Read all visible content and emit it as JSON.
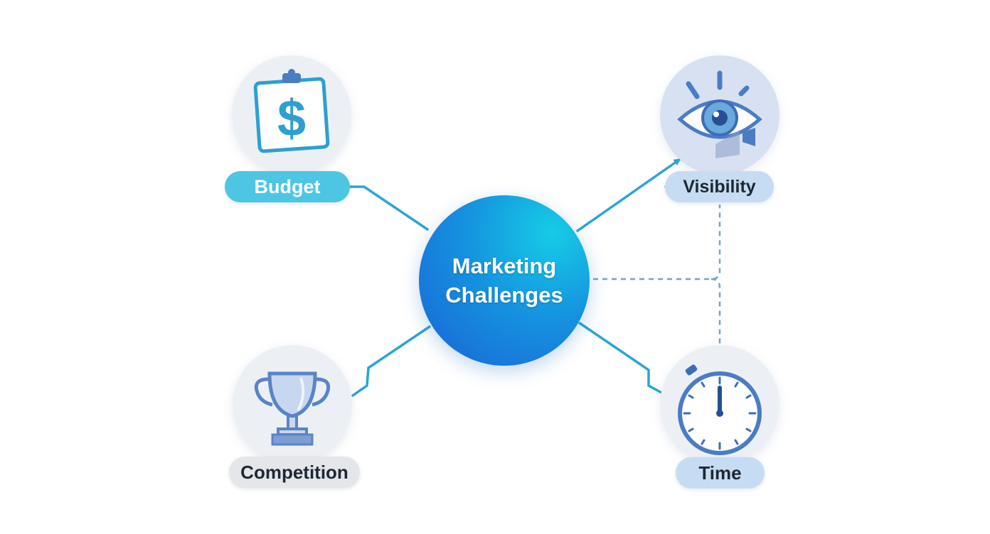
{
  "center": {
    "label": "Marketing Challenges",
    "gradient_start": "#1a63d6",
    "gradient_end": "#16cce6"
  },
  "nodes": {
    "budget": {
      "label": "Budget",
      "icon": "dollar-clipboard-icon",
      "pill_color": "#4cc6e2",
      "text_color": "#ffffff"
    },
    "visibility": {
      "label": "Visibility",
      "icon": "eye-icon",
      "pill_color": "#c6dcf3",
      "text_color": "#1e2733"
    },
    "competition": {
      "label": "Competition",
      "icon": "trophy-icon",
      "pill_color": "#e4e6ea",
      "text_color": "#1e2733"
    },
    "time": {
      "label": "Time",
      "icon": "stopwatch-icon",
      "pill_color": "#c6dcf3",
      "text_color": "#1e2733"
    }
  },
  "colors": {
    "connector": "#2aa4d8",
    "connector_dark": "#2a6fb0",
    "dashed": "#6fa3d8",
    "icon_bg": "#ecf0f5",
    "icon_bg_eye": "#d8e1f1"
  }
}
